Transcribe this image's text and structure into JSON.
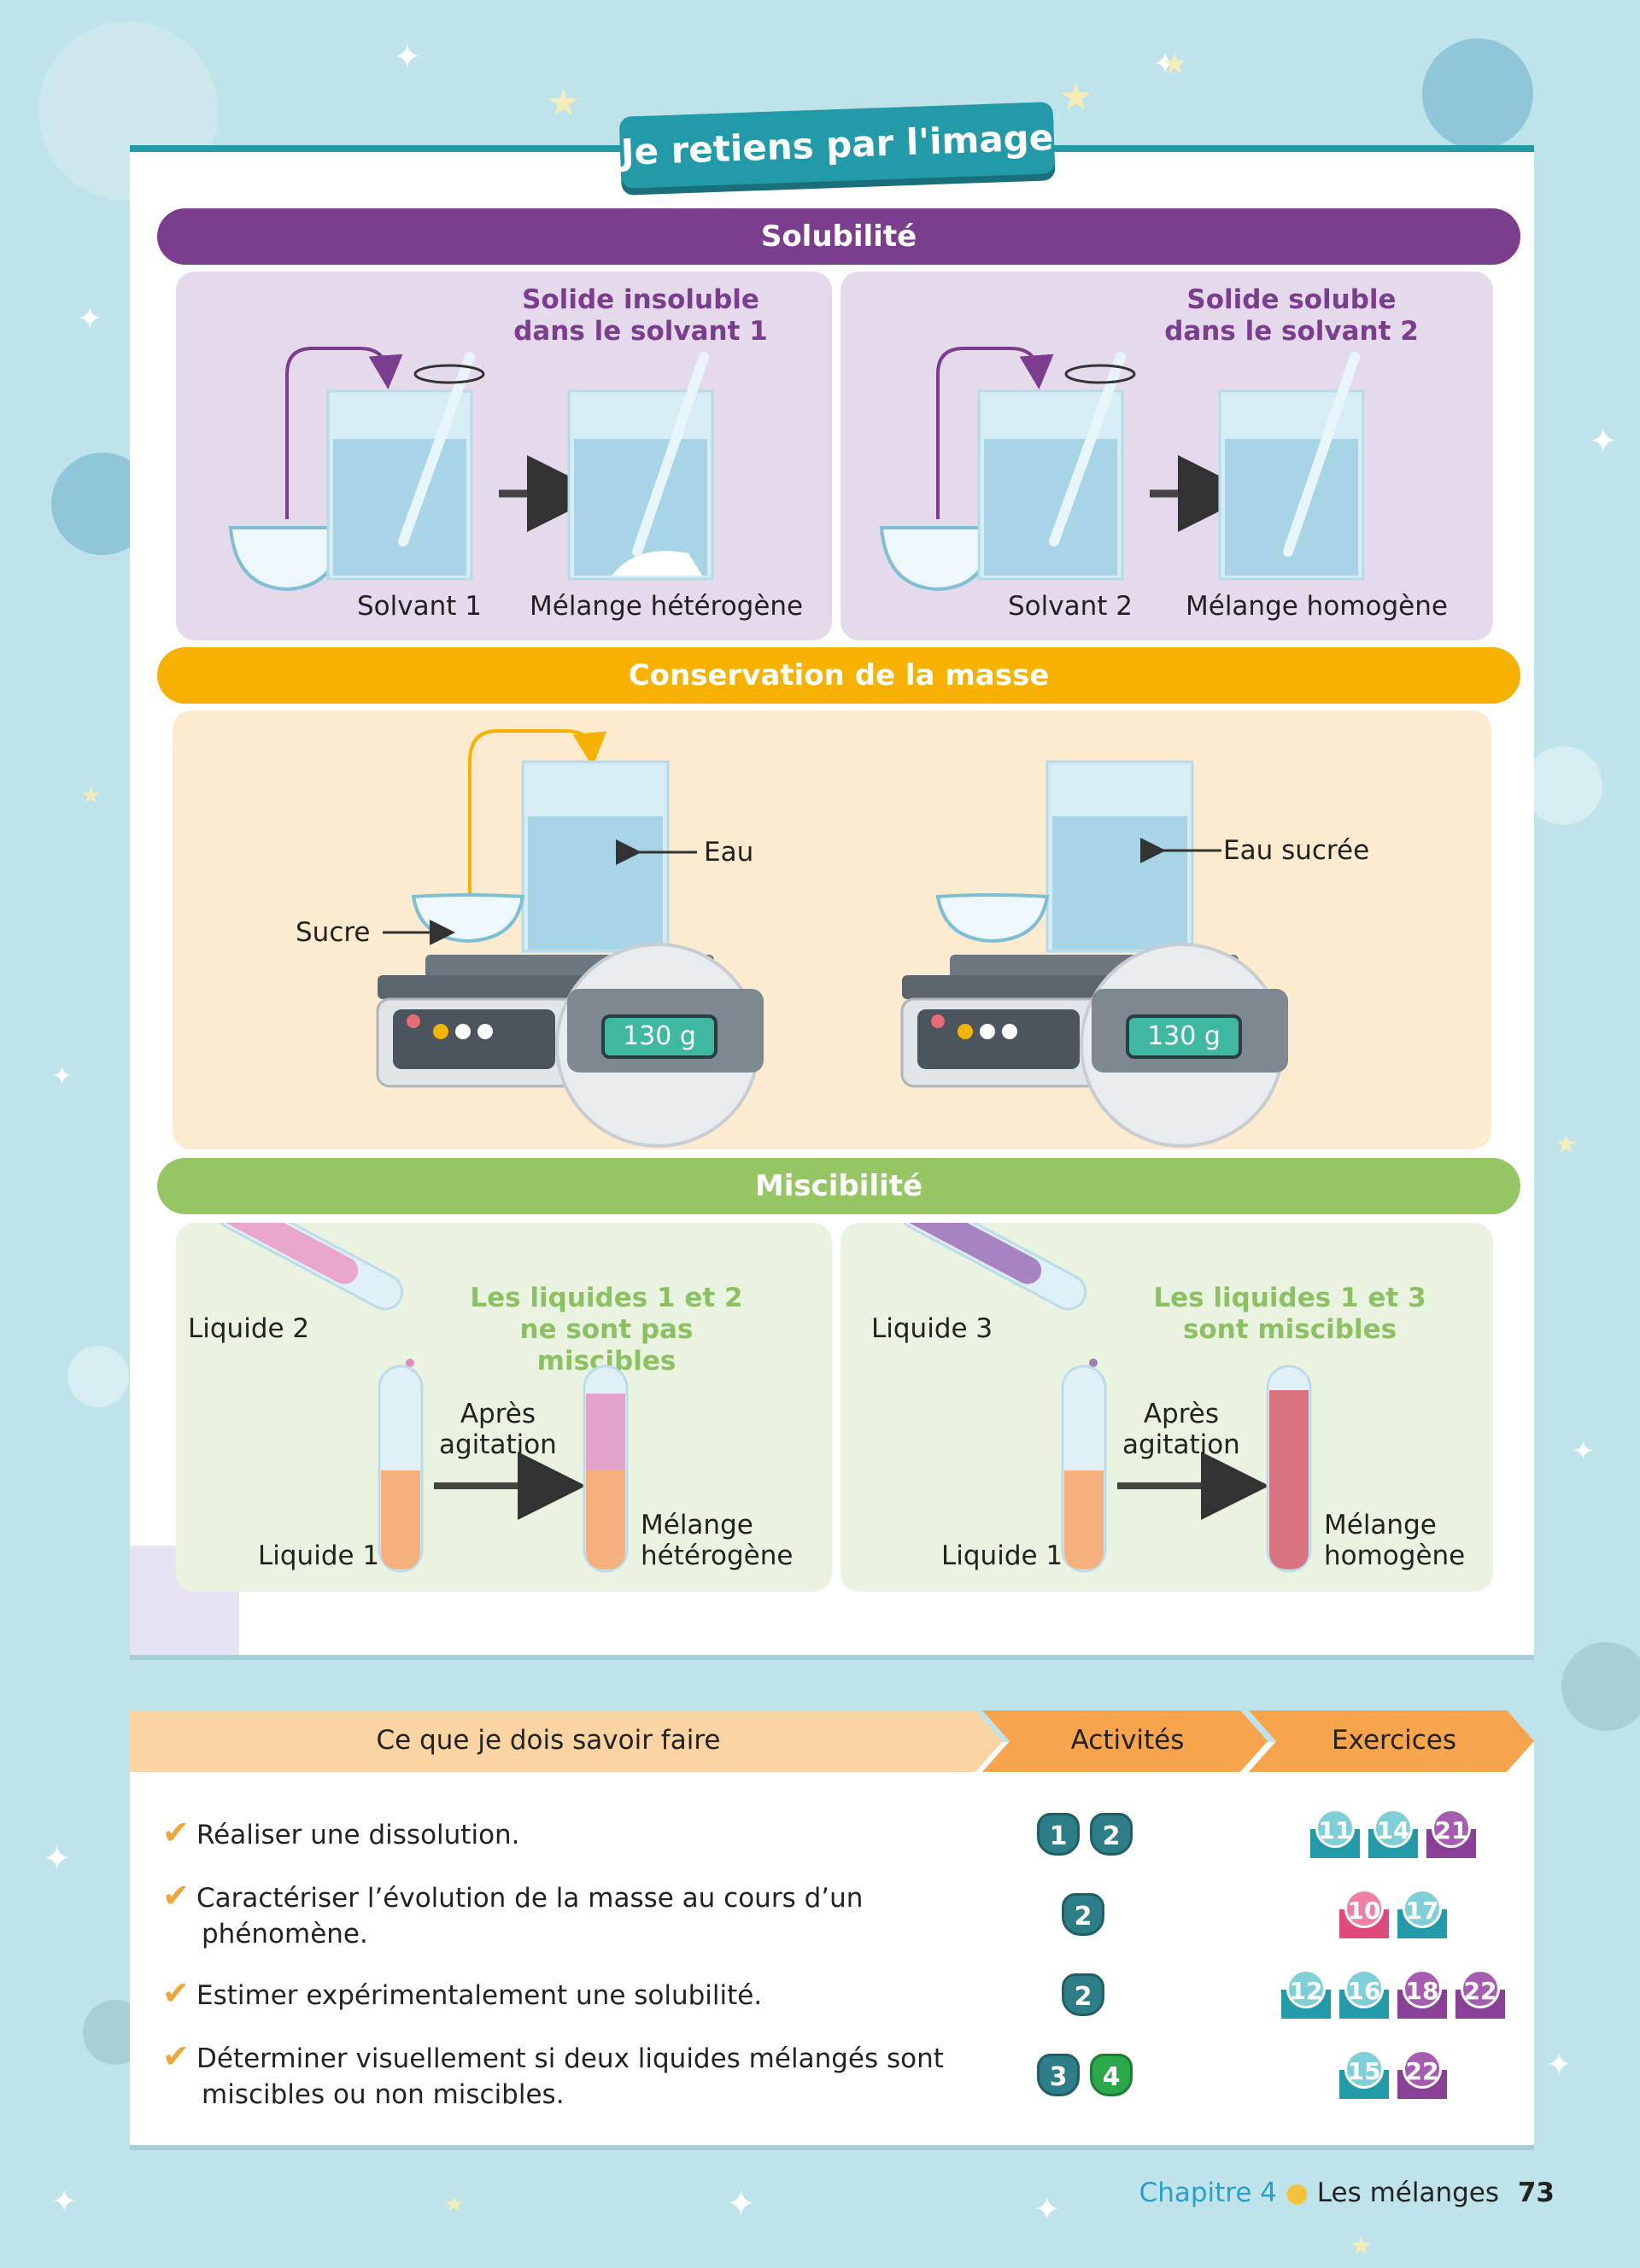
{
  "header": {
    "title": "Je retiens par l'image"
  },
  "sections": {
    "solubilite": {
      "band_label": "Solubilité",
      "color": "#7b3d8e",
      "left": {
        "heading": [
          "Solide insoluble",
          "dans le solvant 1"
        ],
        "solvent": "Solvant 1",
        "result": "Mélange hétérogène"
      },
      "right": {
        "heading": [
          "Solide soluble",
          "dans le solvant 2"
        ],
        "solvent": "Solvant 2",
        "result": "Mélange homogène"
      }
    },
    "conservation": {
      "band_label": "Conservation de la masse",
      "color": "#f7b100",
      "left": {
        "sucre": "Sucre",
        "eau": "Eau",
        "display": "130 g"
      },
      "right": {
        "eau": "Eau sucrée",
        "display": "130 g"
      }
    },
    "miscibilite": {
      "band_label": "Miscibilité",
      "color": "#96c664",
      "left": {
        "heading": [
          "Les liquides 1 et 2",
          "ne sont pas miscibles"
        ],
        "liquid_top": "Liquide 2",
        "liquid_bottom": "Liquide 1",
        "after": [
          "Après",
          "agitation"
        ],
        "result": [
          "Mélange",
          "hétérogène"
        ]
      },
      "right": {
        "heading": [
          "Les liquides 1 et 3",
          "sont miscibles"
        ],
        "liquid_top": "Liquide 3",
        "liquid_bottom": "Liquide 1",
        "after": [
          "Après",
          "agitation"
        ],
        "result": [
          "Mélange",
          "homogène"
        ]
      }
    }
  },
  "skills_table": {
    "headers": {
      "skills": "Ce que je dois savoir faire",
      "activities": "Activités",
      "exercises": "Exercices"
    },
    "rows": [
      {
        "text": [
          "Réaliser une dissolution."
        ],
        "activities": [
          "1",
          "2"
        ],
        "exercises": [
          {
            "n": "11",
            "c": "teal"
          },
          {
            "n": "14",
            "c": "teal"
          },
          {
            "n": "21",
            "c": "purple"
          }
        ]
      },
      {
        "text": [
          "Caractériser l’évolution de la masse au cours d’un",
          "phénomène."
        ],
        "activities": [
          "2"
        ],
        "exercises": [
          {
            "n": "10",
            "c": "pink"
          },
          {
            "n": "17",
            "c": "teal"
          }
        ]
      },
      {
        "text": [
          "Estimer expérimentalement une solubilité."
        ],
        "activities": [
          "2"
        ],
        "exercises": [
          {
            "n": "12",
            "c": "teal"
          },
          {
            "n": "16",
            "c": "teal"
          },
          {
            "n": "18",
            "c": "purple"
          },
          {
            "n": "22",
            "c": "purple"
          }
        ]
      },
      {
        "text": [
          "Déterminer visuellement si deux liquides mélangés sont",
          "miscibles ou non miscibles."
        ],
        "activities": [
          "3",
          "4"
        ],
        "exercises": [
          {
            "n": "15",
            "c": "teal"
          },
          {
            "n": "22",
            "c": "purple"
          }
        ]
      }
    ]
  },
  "footer": {
    "chapter": "Chapitre 4",
    "title": "Les mélanges",
    "page": "73"
  },
  "colors": {
    "teal": "#239aa7",
    "purple": "#8a3f96",
    "pink": "#e04a7b",
    "green": "#2aa84a",
    "orange": "#f7a54c"
  }
}
